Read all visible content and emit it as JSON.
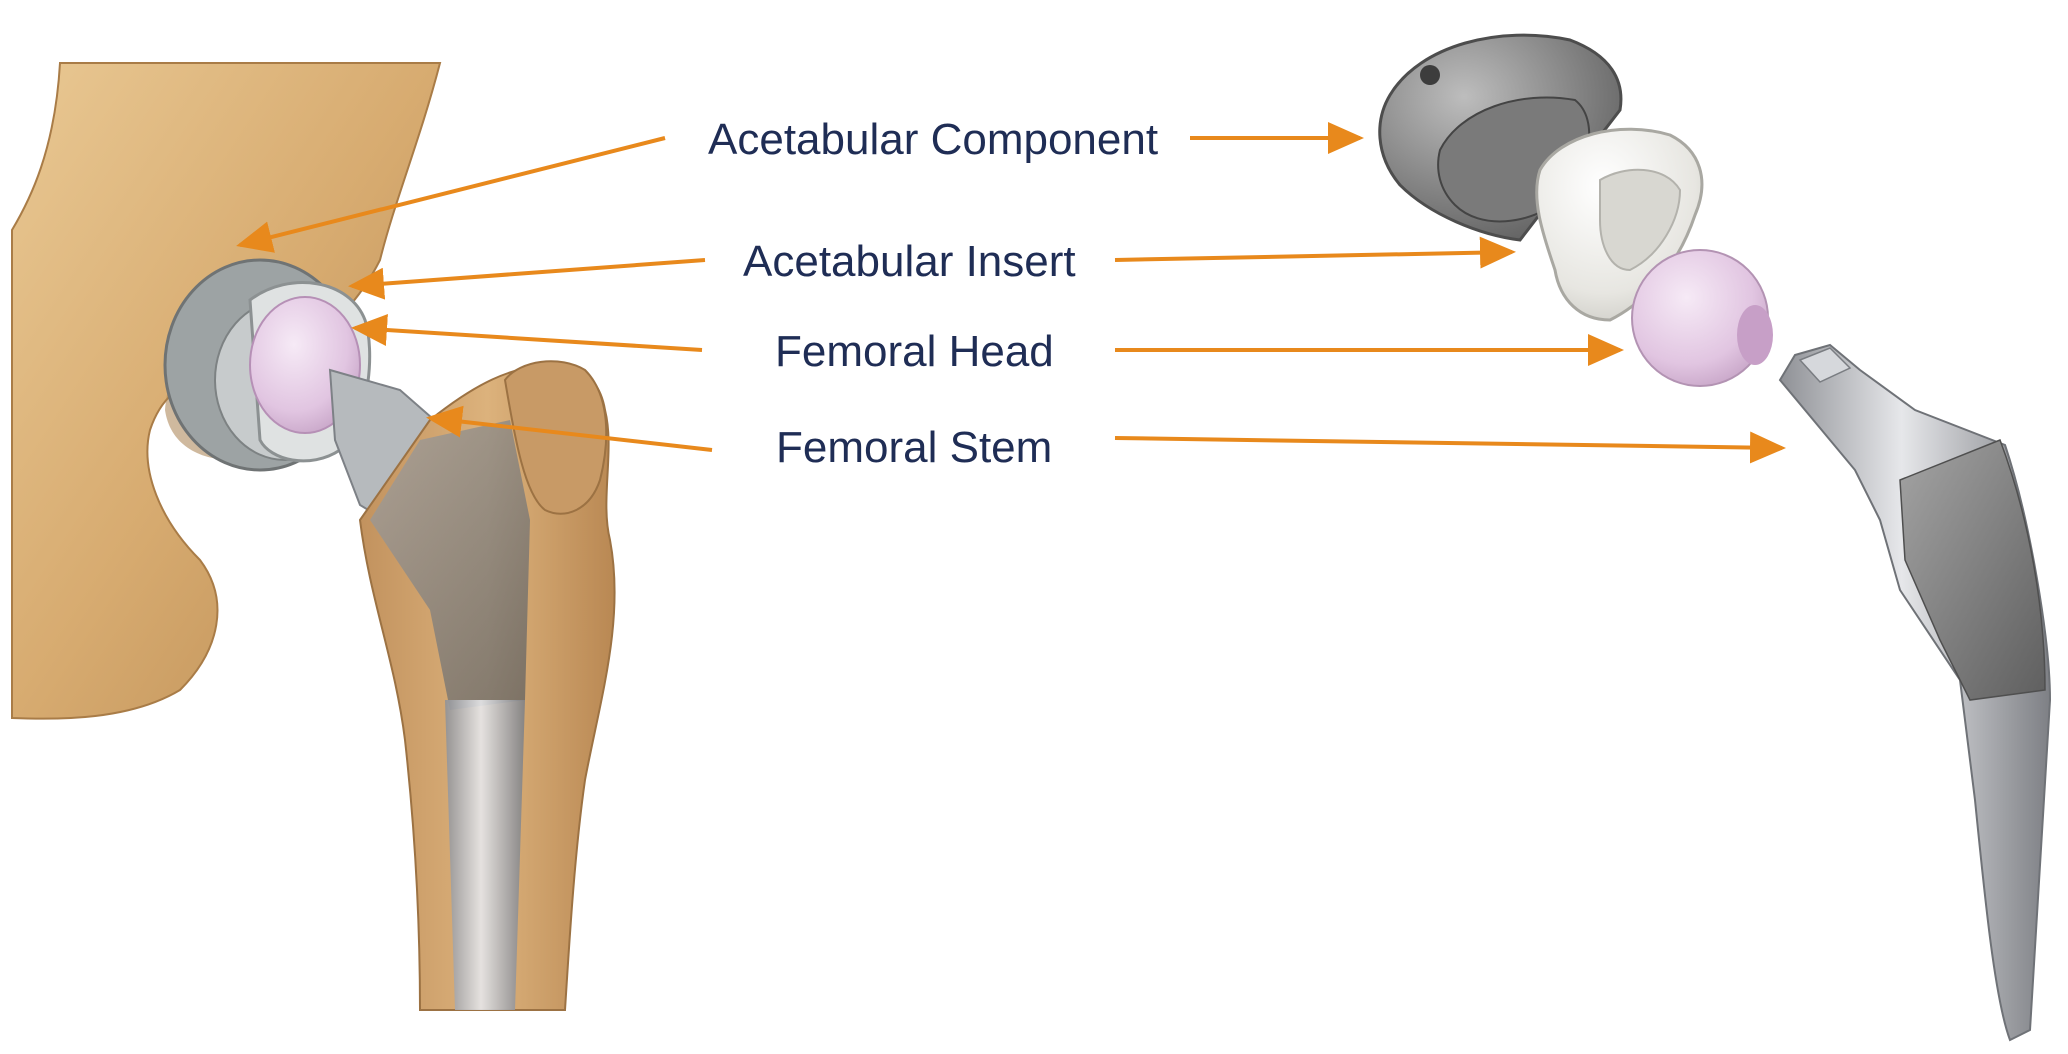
{
  "labels": {
    "acetabular_component": "Acetabular Component",
    "acetabular_insert": "Acetabular Insert",
    "femoral_head": "Femoral Head",
    "femoral_stem": "Femoral Stem"
  },
  "colors": {
    "arrow": "#e8891c",
    "label_text": "#1f2d55",
    "bone": "#d9b27a",
    "bone_shadow": "#b98c55",
    "metal_porous": "#8d8d8d",
    "metal_polished": "#c8c8cc",
    "insert_white": "#ecebe6",
    "ceramic_head": "#e3c9e3"
  },
  "illustrations": {
    "left": "hip-joint-anatomical-illustration",
    "right": "hip-implant-exploded-components"
  }
}
